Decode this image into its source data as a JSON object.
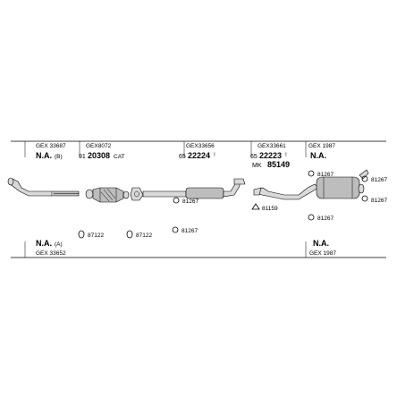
{
  "labels": {
    "col1": {
      "code_top": "GEX 33687",
      "na_top": "N.A.",
      "na_top_suffix": "(B)",
      "na_bottom": "N.A.",
      "na_bottom_suffix": "(A)",
      "code_bottom": "GEX 33652"
    },
    "col2": {
      "code_top": "GEX8072",
      "prefix": "91",
      "num": "20308",
      "suffix": "CAT"
    },
    "col3": {
      "code_top": "GEX33656",
      "prefix": "65",
      "num": "22224",
      "suffix": "!"
    },
    "col4": {
      "code_top": "GEX33661",
      "prefix": "65",
      "num": "22223",
      "suffix": "!",
      "mk_label": "MK",
      "mk_num": "85149"
    },
    "col5": {
      "code_top": "GEX 1987",
      "na_top": "N.A.",
      "na_bottom": "N.A.",
      "code_bottom": "GEX 1987"
    }
  },
  "callouts": {
    "c1": "87122",
    "c2": "87122",
    "c3": "81267",
    "c4": "81267",
    "c5": "81159",
    "c6": "81267",
    "c7": "81267",
    "c8": "81267",
    "c9": "81267"
  }
}
